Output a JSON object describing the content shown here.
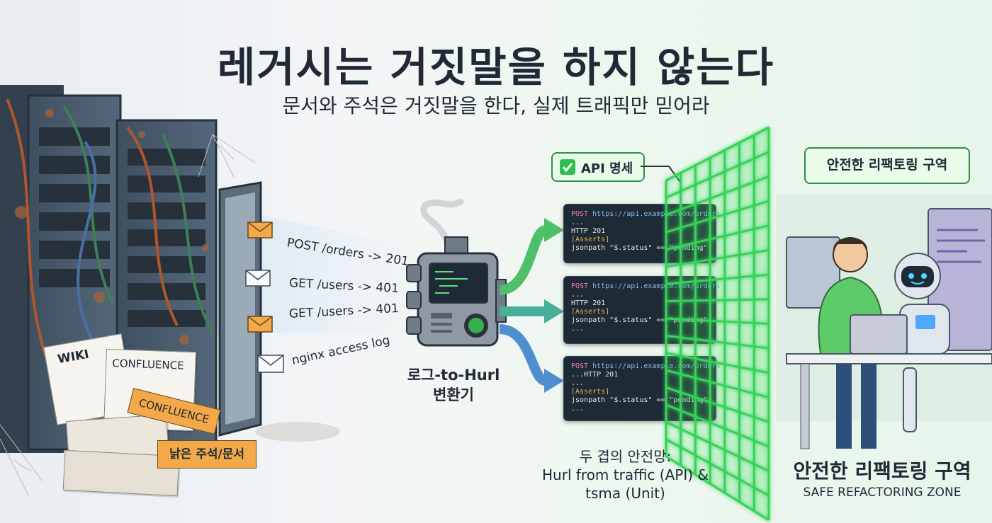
{
  "title": "레거시는 거짓말을 하지 않는다",
  "subtitle": "문서와 주석은 거짓말을 한다, 실제 트래픽만 믿어라",
  "requests": [
    "POST /orders -> 201",
    "GET /users -> 401",
    "GET /users -> 401",
    "nginx access log"
  ],
  "docs": {
    "wiki": "WIKI",
    "confluence1": "CONFLUENCE",
    "confluence2": "CONFLUENCE",
    "old_docs": "낡은 주석/문서"
  },
  "converter": {
    "line1": "로그-to-Hurl",
    "line2": "변환기"
  },
  "api_spec_label": "API 명세",
  "code_blocks": [
    {
      "method": "POST",
      "url": "https://api.example.com/orders",
      "pre": "...",
      "status": "HTTP 201",
      "asserts": "[Asserts]",
      "jsonpath": "jsonpath \"$.status\" == \"pending\"",
      "post": ""
    },
    {
      "method": "POST",
      "url": "https://api.example.com/orders",
      "pre": "...",
      "status": "HTTP 201",
      "asserts": "[Asserts]",
      "jsonpath": "jsonpath \"$.status\" == \"pending\"",
      "post": "..."
    },
    {
      "method": "POST",
      "url": "https://api.example.com/orders",
      "pre": "...HTTP 201",
      "status": "...",
      "asserts": "[Asserts]",
      "jsonpath": "jsonpath \"$.status\" == \"pending\"",
      "post": "..."
    }
  ],
  "safety_net": {
    "line1": "두 겹의 안전망:",
    "line2": "Hurl from traffic (API) &",
    "line3": "tsma (Unit)"
  },
  "zone_tag": "안전한 리팩토링 구역",
  "zone_title": "안전한 리팩토링 구역",
  "zone_subtitle": "SAFE REFACTORING ZONE",
  "colors": {
    "accent_green": "#37d15a",
    "dark": "#1f2a36",
    "code_bg": "#1e2a35"
  }
}
